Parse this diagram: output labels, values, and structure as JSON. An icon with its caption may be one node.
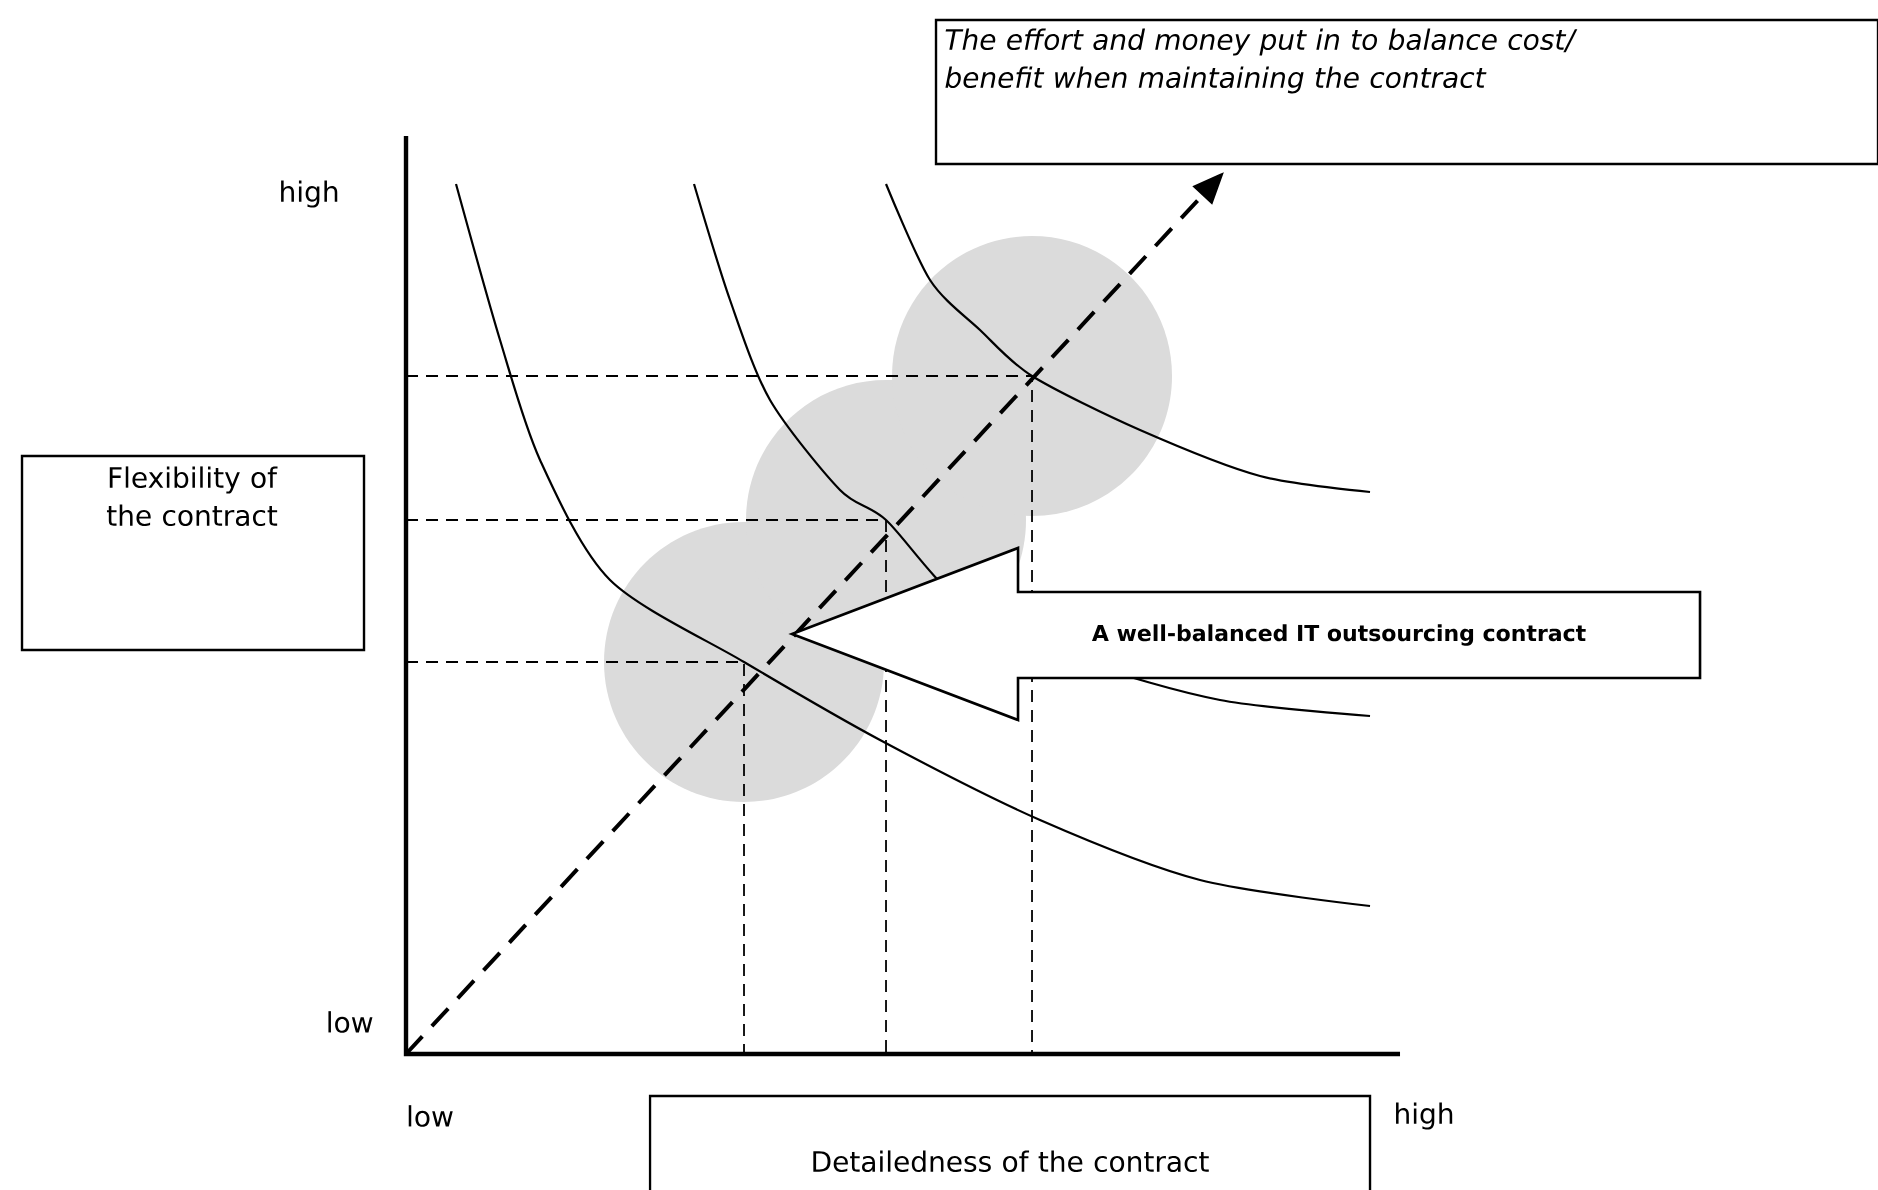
{
  "diagram": {
    "nodes": [
      {
        "text": [
          "The effort and money put in to balance cost/ benefit when maintaining the contract"
        ]
      },
      {
        "text": [
          "Flexibility of the contract"
        ]
      },
      {
        "text": [
          "Detailedness of the contract"
        ]
      },
      {
        "text": [
          "A well-balanced IT outsourcing contract"
        ]
      }
    ],
    "labels": [
      "high",
      "low",
      "low",
      "high"
    ]
  }
}
